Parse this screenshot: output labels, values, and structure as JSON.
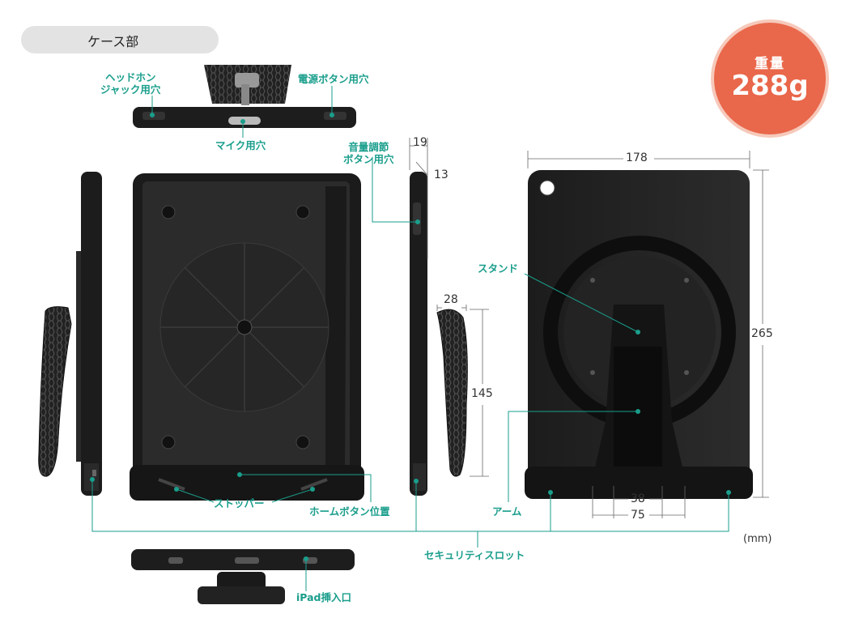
{
  "section_title": "ケース部",
  "weight": {
    "label": "重量",
    "value": "288g"
  },
  "unit": "(mm)",
  "labels": {
    "headphone": "ヘッドホン\nジャック用穴",
    "power": "電源ボタン用穴",
    "mic": "マイク用穴",
    "volume": "音量調節\nボタン用穴",
    "stand": "スタンド",
    "stopper": "ストッパー",
    "home": "ホームボタン位置",
    "arm": "アーム",
    "security": "セキュリティスロット",
    "ipad_slot": "iPad挿入口"
  },
  "dimensions": {
    "width": "178",
    "height": "265",
    "thickness": "19",
    "edge": "13",
    "arm_width": "28",
    "arm_length": "145",
    "stand_inner": "38",
    "stand_outer": "75"
  }
}
